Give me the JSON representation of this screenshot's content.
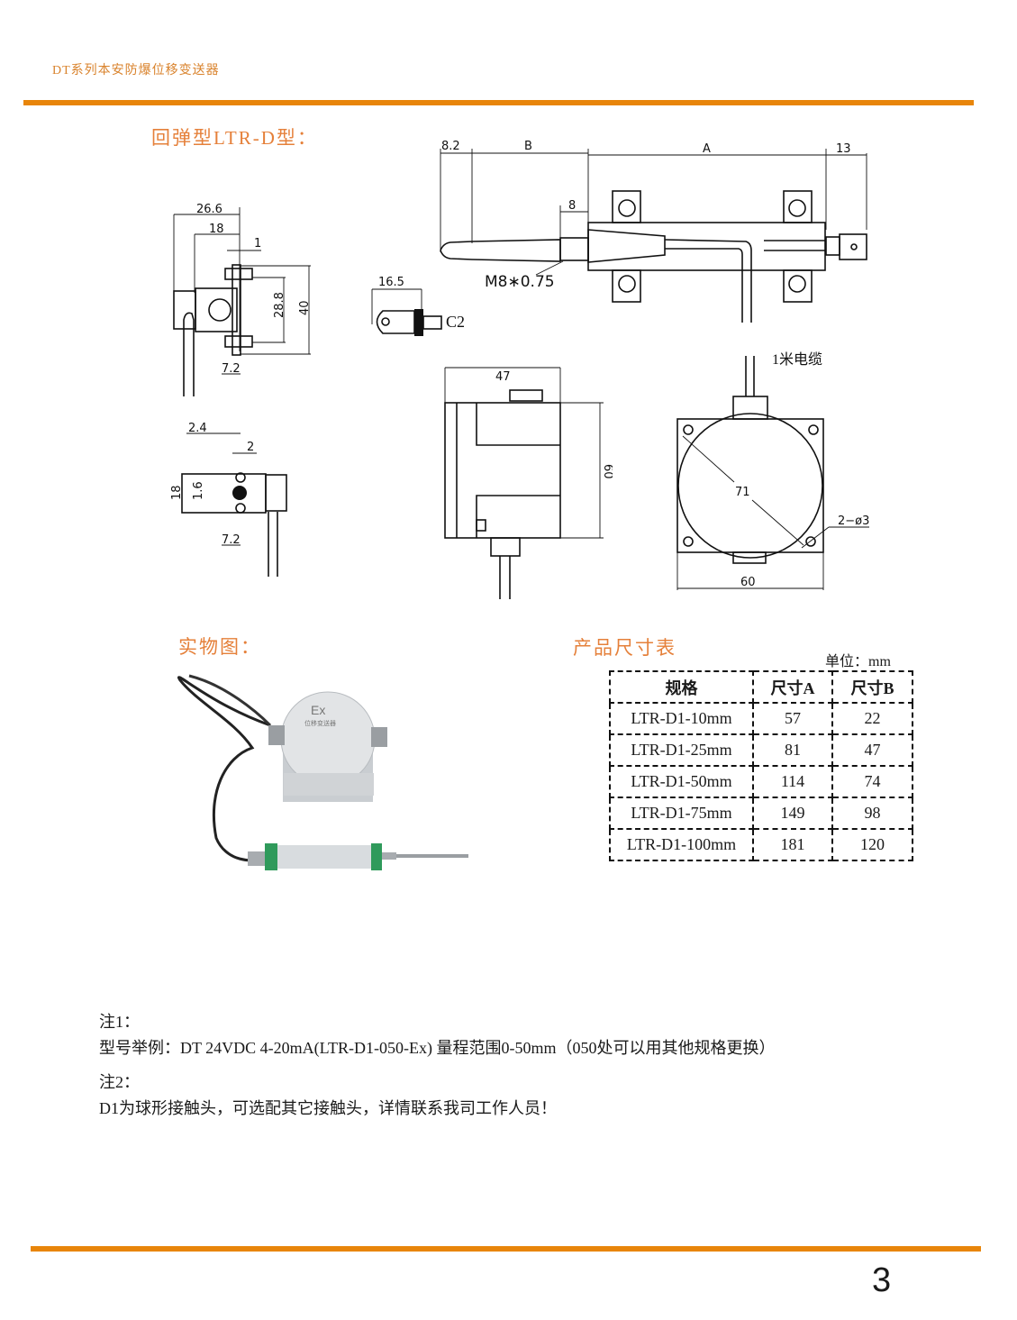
{
  "header": {
    "title": "DT系列本安防爆位移变送器"
  },
  "sections": {
    "drawing_title": "回弹型LTR-D型：",
    "photo_title": "实物图：",
    "table_title": "产品尺寸表"
  },
  "drawing_labels": {
    "main_view": {
      "dim_tip": "8.2",
      "dim_b": "B",
      "dim_a": "A",
      "dim_end": "13",
      "dim_thread_len": "8",
      "thread": "M8∗0.75"
    },
    "end_view": {
      "dim_width": "16.5",
      "chamfer": "C2"
    },
    "side_view_top": {
      "dim_total": "26.6",
      "dim_18": "18",
      "dim_1": "1",
      "dim_28_8": "28.8",
      "dim_40": "40",
      "dim_7_2": "7.2"
    },
    "side_view_bottom": {
      "dim_2_4": "2.4",
      "dim_2": "2",
      "dim_18": "18",
      "dim_1_6": "1.6",
      "dim_7_2": "7.2"
    },
    "box_side": {
      "dim_47": "47",
      "dim_60": "60"
    },
    "box_front": {
      "cable": "1米电缆",
      "dim_71": "71",
      "holes": "2−ø3",
      "dim_60": "60"
    }
  },
  "photo": {
    "transmitter_label": "Ex",
    "transmitter_subtitle": "位移变送器"
  },
  "table": {
    "unit": "单位：mm",
    "headers": [
      "规格",
      "尺寸A",
      "尺寸B"
    ],
    "rows": [
      [
        "LTR-D1-10mm",
        "57",
        "22"
      ],
      [
        "LTR-D1-25mm",
        "81",
        "47"
      ],
      [
        "LTR-D1-50mm",
        "114",
        "74"
      ],
      [
        "LTR-D1-75mm",
        "149",
        "98"
      ],
      [
        "LTR-D1-100mm",
        "181",
        "120"
      ]
    ]
  },
  "notes": {
    "note1_label": "注1：",
    "note1_text": "型号举例：DT 24VDC 4-20mA(LTR-D1-050-Ex)  量程范围0-50mm（050处可以用其他规格更换）",
    "note2_label": "注2：",
    "note2_text": "D1为球形接触头，可选配其它接触头，详情联系我司工作人员！"
  },
  "footer": {
    "page_number": "3"
  },
  "colors": {
    "accent": "#e8850a",
    "title_orange": "#e5803a"
  }
}
